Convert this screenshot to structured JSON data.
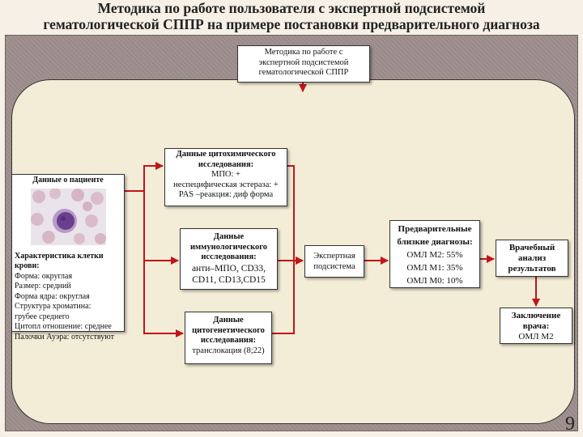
{
  "title": {
    "line1": "Методика по работе пользователя с экспертной подсистемой",
    "line2": "гематологической СППР на примере постановки предварительного диагноза"
  },
  "top_box": {
    "line1": "Методика по работе с",
    "line2": "экспертной подсистемой",
    "line3": "гематологической СППР"
  },
  "patient": {
    "heading": "Данные о пациенте",
    "lines": [
      "Характеристика клетки",
      "крови:",
      "Форма: округлая",
      "Размер: средний",
      "Форма ядра: округлая",
      "Структура хроматина:",
      "грубее среднего",
      "Цитопл отношение: среднее",
      "Палочки Ауэра: отсутствуют"
    ]
  },
  "cyto": {
    "l1": "Данные цитохимического",
    "l2": "исследования:",
    "l3": "МПО: +",
    "l4": "неспецифическая эстераза: +",
    "l5": "PAS –реакция: диф форма"
  },
  "immuno": {
    "l1": "Данные",
    "l2": "иммунологического",
    "l3": "исследования:",
    "l4": "анти–МПО, CD33,",
    "l5": "CD11, CD13,CD15"
  },
  "genetic": {
    "l1": "Данные",
    "l2": "цитогенетического",
    "l3": "исследования:",
    "l4": "транслокация (8;22)"
  },
  "expert": {
    "l1": "Экспертная",
    "l2": "подсистема"
  },
  "prelim": {
    "l1": "Предварительные",
    "l2": "близкие диагнозы:",
    "l3": "ОМЛ М2: 55%",
    "l4": "ОМЛ М1: 35%",
    "l5": "ОМЛ М0: 10%"
  },
  "doctor": {
    "l1": "Врачебный",
    "l2": "анализ",
    "l3": "результатов"
  },
  "conclusion": {
    "l1": "Заключение",
    "l2": "врача:",
    "l3": "ОМЛ М2"
  },
  "page_number": "9",
  "colors": {
    "slide_bg": "#9e8e8e",
    "panel_bg": "#f3ecd6",
    "arrow": "#c0141b"
  }
}
